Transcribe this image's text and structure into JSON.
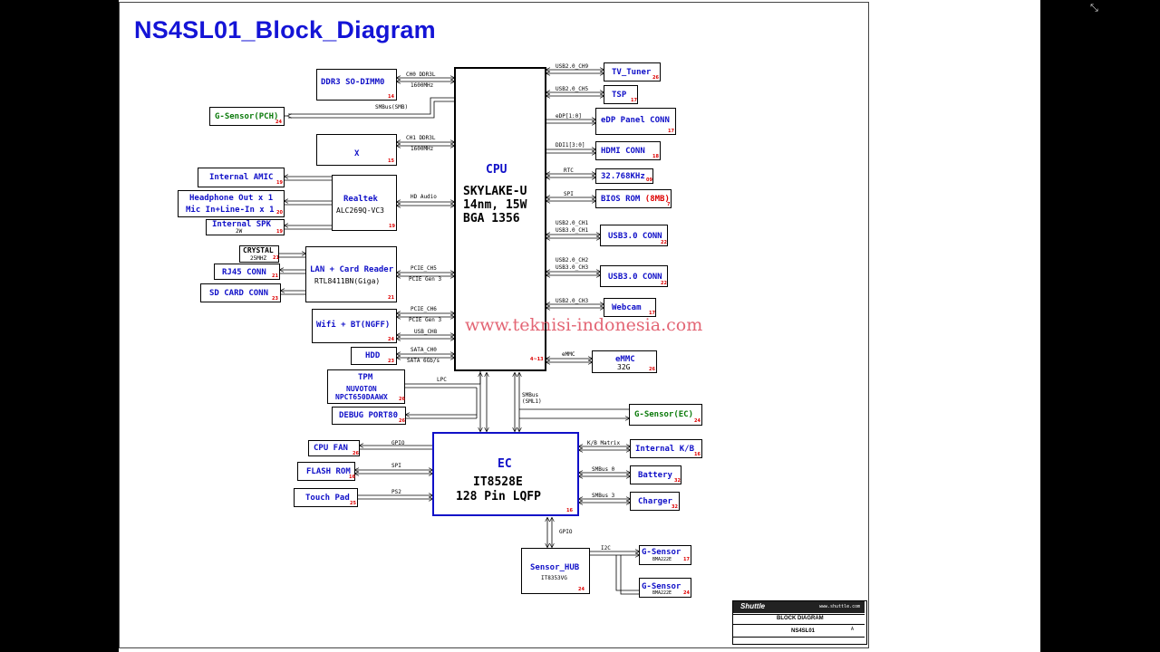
{
  "title": "NS4SL01_Block_Diagram",
  "watermark": "www.teknisi-indonesia.com",
  "cpu": {
    "label": "CPU",
    "line1": "SKYLAKE-U",
    "line2": "14nm, 15W",
    "line3": "BGA 1356",
    "page": "4~13"
  },
  "ec": {
    "label": "EC",
    "line1": "IT8528E",
    "line2": "128 Pin LQFP",
    "page": "16"
  },
  "left_blocks": {
    "ddr3": {
      "label": "DDR3 SO-DIMM0",
      "page": "14"
    },
    "gsensor_pch": {
      "label": "G-Sensor(PCH)",
      "page": "24"
    },
    "x_slot": {
      "label": "X",
      "page": "15"
    },
    "internal_amic": {
      "label": "Internal AMIC",
      "page": "19"
    },
    "headphone": {
      "label1": "Headphone Out x 1",
      "label2": "Mic In+Line-In x 1",
      "page": "20"
    },
    "internal_spk": {
      "label": "Internal SPK",
      "sub": "2W",
      "page": "19"
    },
    "realtek": {
      "label": "Realtek",
      "sub": "ALC269Q-VC3",
      "page": "19"
    },
    "crystal": {
      "label": "CRYSTAL",
      "sub": "25MHZ",
      "page": "21"
    },
    "rj45": {
      "label": "RJ45 CONN",
      "page": "21"
    },
    "sd_card": {
      "label": "SD CARD CONN",
      "page": "23"
    },
    "lan": {
      "label": "LAN + Card Reader",
      "sub": "RTL8411BN(Giga)",
      "page": "21"
    },
    "wifi": {
      "label": "Wifi + BT(NGFF)",
      "page": "24"
    },
    "hdd": {
      "label": "HDD",
      "page": "23"
    },
    "tpm": {
      "label": "TPM",
      "sub1": "NUVOTON",
      "sub2": "NPCT650DAAWX",
      "page": "26"
    },
    "debug": {
      "label": "DEBUG PORT80",
      "page": "26"
    },
    "cpu_fan": {
      "label": "CPU FAN",
      "page": "26"
    },
    "flash_rom": {
      "label": "FLASH ROM",
      "page": "16"
    },
    "touch_pad": {
      "label": "Touch Pad",
      "page": "25"
    },
    "sensor_hub": {
      "label": "Sensor_HUB",
      "sub": "IT8353VG",
      "page": "24"
    }
  },
  "right_blocks": {
    "tv_tuner": {
      "label": "TV_Tuner",
      "page": "26"
    },
    "tsp": {
      "label": "TSP",
      "page": "17"
    },
    "edp": {
      "label": "eDP Panel CONN",
      "page": "17"
    },
    "hdmi": {
      "label": "HDMI CONN",
      "page": "18"
    },
    "rtc": {
      "label": "32.768KHz",
      "page": "09"
    },
    "bios": {
      "label": "BIOS ROM",
      "sub": "(8MB)",
      "page": "7"
    },
    "usb3_a": {
      "label": "USB3.0 CONN",
      "page": "22"
    },
    "usb3_b": {
      "label": "USB3.0 CONN",
      "page": "22"
    },
    "webcam": {
      "label": "Webcam",
      "page": "17"
    },
    "emmc": {
      "label": "eMMC",
      "sub": "32G",
      "page": "26"
    },
    "gsensor_ec": {
      "label": "G-Sensor(EC)",
      "page": "24"
    },
    "internal_kb": {
      "label": "Internal K/B",
      "page": "16"
    },
    "battery": {
      "label": "Battery",
      "page": "32"
    },
    "charger": {
      "label": "Charger",
      "page": "32"
    },
    "gsensor1": {
      "label": "G-Sensor",
      "sub": "BMA222E",
      "page": "17"
    },
    "gsensor2": {
      "label": "G-Sensor",
      "sub": "BMA222E",
      "page": "24"
    }
  },
  "signals": {
    "ch0": "CH0 DDR3L",
    "ch0_speed": "1600MHz",
    "smbus_smb": "SMBus(SMB)",
    "ch1": "CH1 DDR3L",
    "ch1_speed": "1600MHz",
    "hd_audio": "HD Audio",
    "pcie_ch5": "PCIE_CH5",
    "pcie_gen3_a": "PCIE Gen 3",
    "pcie_ch6": "PCIE_CH6",
    "pcie_gen3_b": "PCIE Gen 3",
    "usb_ch8": "USB_CH8",
    "sata_ch0": "SATA_CH0",
    "sata_speed": "SATA 6Gb/s",
    "lpc": "LPC",
    "smbus_sml1_a": "SMBus",
    "smbus_sml1_b": "(SML1)",
    "usb20_ch9": "USB2.0_CH9",
    "usb20_ch5": "USB2.0_CH5",
    "edp_bus": "eDP[1:0]",
    "ddi1": "DDI1[3:0]",
    "rtc": "RTC",
    "spi_cpu": "SPI",
    "usb20_ch1": "USB2.0_CH1",
    "usb30_ch1": "USB3.0_CH1",
    "usb20_ch2": "USB2.0_CH2",
    "usb30_ch3": "USB3.0_CH3",
    "usb20_ch3": "USB2.0_CH3",
    "emmc_bus": "eMMC",
    "gpio_fan": "GPIO",
    "spi_ec": "SPI",
    "ps2": "PS2",
    "kb_matrix": "K/B Matrix",
    "smbus0": "SMBus 0",
    "smbus3": "SMBus 3",
    "gpio_hub": "GPIO",
    "i2c": "I2C"
  },
  "title_block": {
    "brand": "Shuttle",
    "url": "www.shuttle.com",
    "heading": "BLOCK DIAGRAM",
    "project": "NS4SL01",
    "rev": "A"
  }
}
